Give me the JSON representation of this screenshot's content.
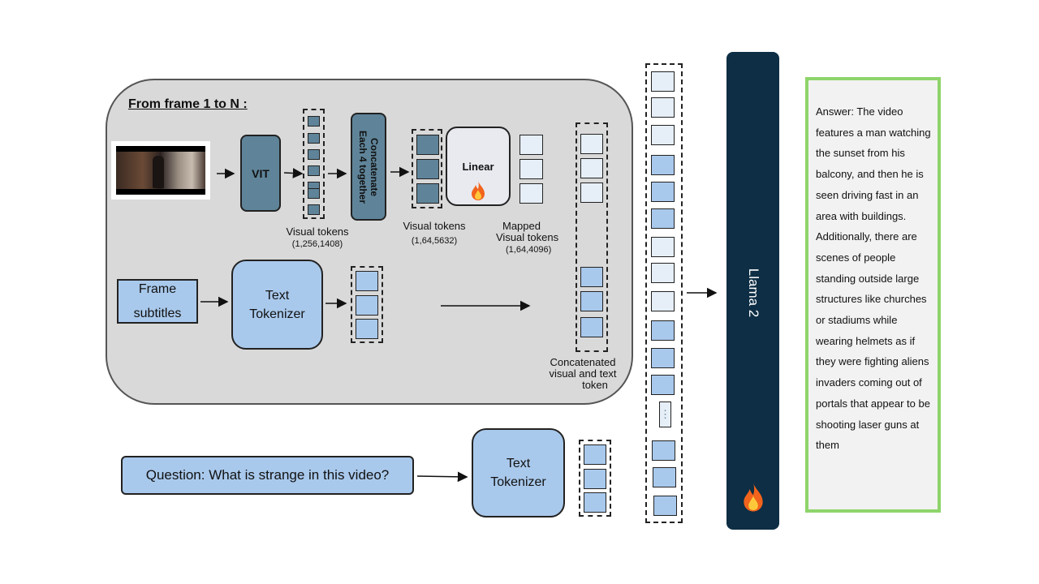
{
  "heading": "From frame  1 to N :",
  "vit_label": "VIT",
  "concat_label_line1": "Concatenate",
  "concat_label_line2": "Each 4 together",
  "linear_label": "Linear",
  "visual_tokens_1": {
    "label": "Visual tokens",
    "shape": "(1,256,1408)"
  },
  "visual_tokens_2": {
    "label": "Visual tokens",
    "shape": "(1,64,5632)"
  },
  "mapped_tokens": {
    "line1": "Mapped",
    "line2": "Visual tokens",
    "shape": "(1,64,4096)"
  },
  "frame_subtitles_line1": "Frame",
  "frame_subtitles_line2": "subtitles",
  "text_tokenizer_line1": "Text",
  "text_tokenizer_line2": "Tokenizer",
  "concat_caption_line1": "Concatenated",
  "concat_caption_line2": "visual and text",
  "concat_caption_line3": "token",
  "question": "Question: What is strange in this video?",
  "llama_label": "Llama 2",
  "ellipsis": "⋮",
  "answer": "Answer: The video features a man watching the sunset from his balcony, and then he is seen driving fast in an area with buildings. Additionally, there are scenes of people standing outside large structures like churches or stadiums while wearing helmets as if they were fighting aliens invaders coming out of portals that appear to be shooting laser guns at them",
  "icons": {
    "trainable": "fire-icon",
    "frame": "video-frame-thumbnail"
  },
  "colors": {
    "panel": "#d9d9d9",
    "dark_token": "#5f8499",
    "blue_box": "#a9c9ec",
    "llama": "#0d2e44",
    "answer_border": "#8ed46b"
  }
}
